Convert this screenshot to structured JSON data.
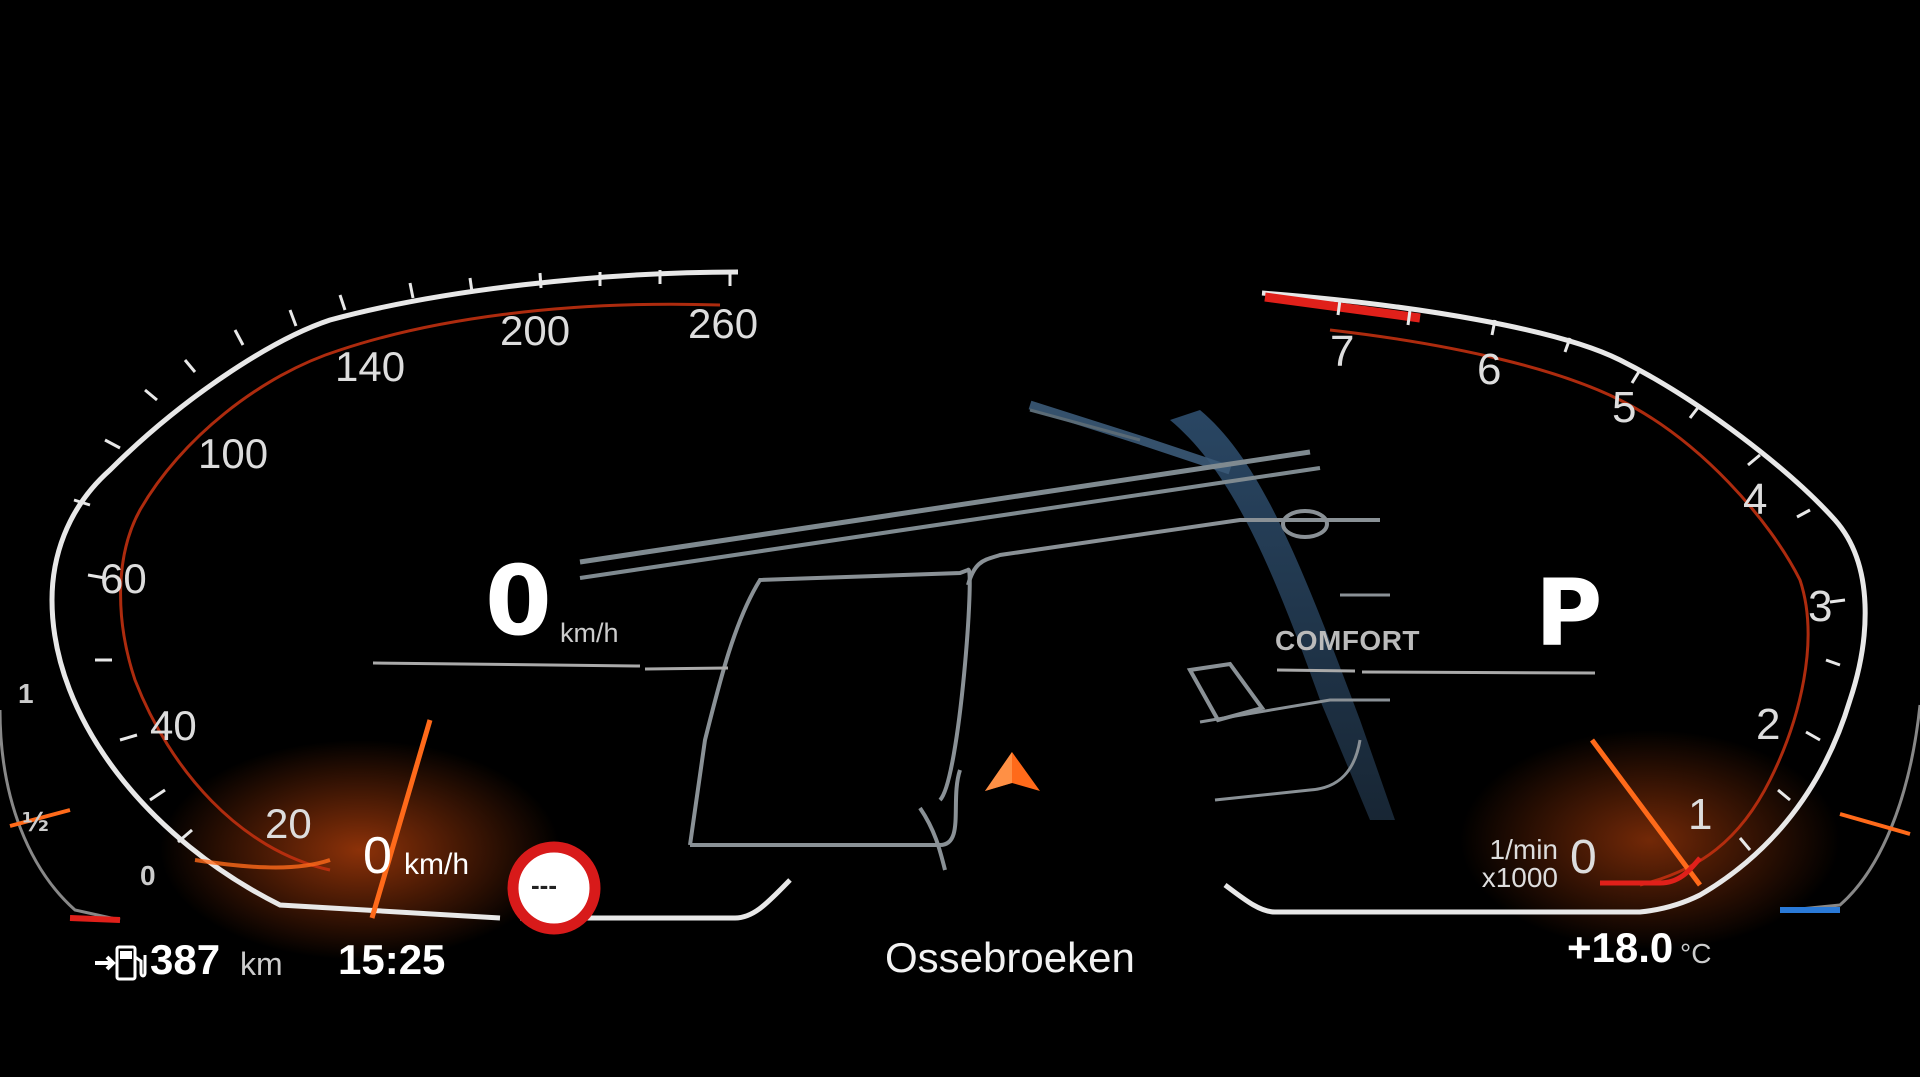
{
  "speedometer": {
    "ticks": [
      "20",
      "40",
      "60",
      "100",
      "140",
      "200",
      "260"
    ],
    "zero_tick": "0",
    "needle_value": "0",
    "needle_unit": "km/h"
  },
  "digital_speed": {
    "value": "0",
    "unit": "km/h"
  },
  "speed_limit_sign": {
    "text": "---"
  },
  "tachometer": {
    "ticks": [
      "1",
      "2",
      "3",
      "4",
      "5",
      "6",
      "7"
    ],
    "zero_tick": "0",
    "unit_line1": "1/min",
    "unit_line2": "x1000"
  },
  "drive": {
    "gear": "P",
    "mode": "COMFORT"
  },
  "fuel_gauge": {
    "labels": [
      "1",
      "½",
      "0"
    ]
  },
  "status_bar": {
    "range_value": "387",
    "range_unit": "km",
    "clock": "15:25",
    "street": "Ossebroeken",
    "temperature": "+18.0",
    "temperature_unit": "°C"
  },
  "icons": [
    "fuel-pump-icon",
    "speed-limit-sign-icon",
    "navigation-arrow-icon"
  ],
  "colors": {
    "accent_orange": "#ff6a1a",
    "redline": "#e0201a",
    "frame": "#e8e8e8",
    "map_road": "#7f8a90",
    "motorway": "#3c5f80"
  }
}
